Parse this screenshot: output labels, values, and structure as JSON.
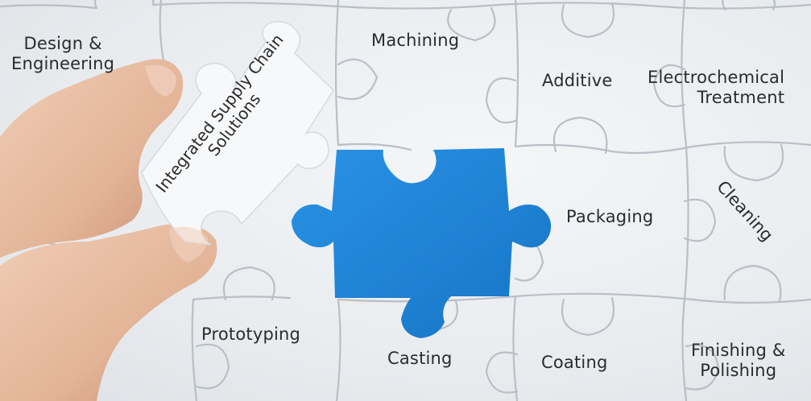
{
  "scene": {
    "held_piece_text": [
      "Integrated Supply Chain",
      "Solutions"
    ],
    "labels": {
      "design": [
        "Design &",
        "Engineering"
      ],
      "machining": "Machining",
      "additive": "Additive",
      "electrochemical": [
        "Electrochemical",
        "Treatment"
      ],
      "cleaning": "Cleaning",
      "packaging": "Packaging",
      "prototyping": "Prototyping",
      "casting": "Casting",
      "coating": "Coating",
      "finishing": [
        "Finishing &",
        "Polishing"
      ]
    },
    "colors": {
      "missing_piece": "#1f86d8",
      "puzzle": "#eef0f2",
      "skin": "#e8c1a8"
    }
  }
}
